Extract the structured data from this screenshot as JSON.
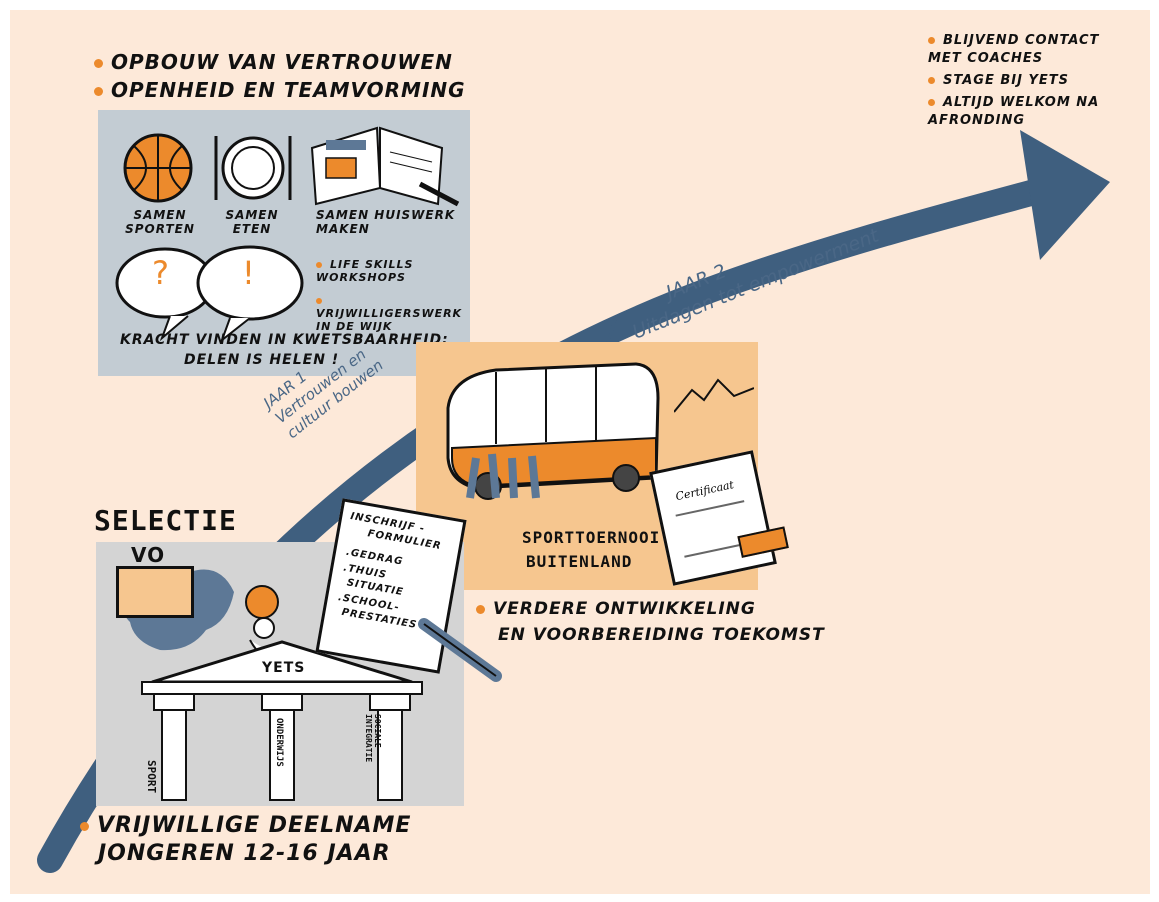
{
  "top_bullets": [
    "OPBOUW VAN VERTROUWEN",
    "OPENHEID EN TEAMVORMING"
  ],
  "panel1": {
    "activities": [
      "SAMEN SPORTEN",
      "SAMEN ETEN",
      "SAMEN HUISWERK MAKEN"
    ],
    "sub_bullets": [
      "LIFE SKILLS WORKSHOPS",
      "VRIJWILLIGERSWERK IN DE WIJK"
    ],
    "caption_line1": "KRACHT VINDEN IN KWETSBAARHEID;",
    "caption_line2": "DELEN IS HELEN !",
    "bubble_marks": [
      "?",
      "!"
    ]
  },
  "year1": {
    "line1": "JAAR 1",
    "line2": "Vertrouwen en",
    "line3": "cultuur bouwen"
  },
  "year2": {
    "line1": "JAAR 2",
    "line2": "Uitdagen tot empowerment"
  },
  "panel2": {
    "title_line1": "SPORTTOERNOOI",
    "title_line2": "BUITENLAND",
    "certificate": "Certificaat"
  },
  "selectie": "SELECTIE",
  "panel3": {
    "vo_label": "VO",
    "temple_label": "YETS",
    "pillars": [
      "SPORT",
      "ONDERWIJS",
      "SOCIALE INTEGRATIE"
    ],
    "form_title": [
      "INSCHRIJF -",
      "FORMULIER"
    ],
    "form_items": [
      ".GEDRAG",
      ".THUIS",
      "SITUATIE",
      ".SCHOOL-",
      "PRESTATIES"
    ]
  },
  "bottom_bullet": [
    "VRIJWILLIGE DEELNAME",
    "JONGEREN 12-16 JAAR"
  ],
  "mid_bullet": [
    "VERDERE ONTWIKKELING",
    "EN VOORBEREIDING TOEKOMST"
  ],
  "top_right_bullets": [
    "BLIJVEND CONTACT MET COACHES",
    "STAGE BIJ YETS",
    "ALTIJD WELKOM NA AFRONDING"
  ],
  "colors": {
    "background": "#fde9d9",
    "arrow": "#3f5f7f",
    "accent": "#ec8a2c",
    "panel_blue": "#c3ccd3",
    "panel_orange": "#f6c68f",
    "panel_gray": "#d4d4d4"
  }
}
